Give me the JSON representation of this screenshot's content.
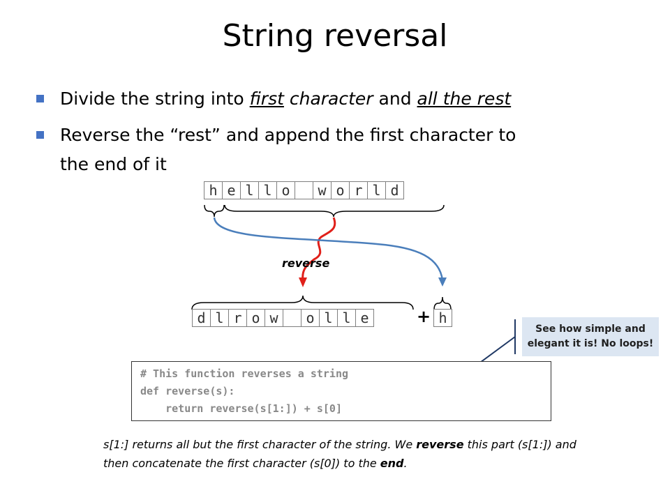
{
  "title": "String reversal",
  "bullets": [
    {
      "parts": [
        {
          "text": "Divide the string into ",
          "style": ""
        },
        {
          "text": "first",
          "style": "u i"
        },
        {
          "text": " character",
          "style": "i"
        },
        {
          "text": " and ",
          "style": ""
        },
        {
          "text": "all the rest",
          "style": "u i"
        }
      ]
    },
    {
      "line1": "Reverse the “rest” and append the first character to",
      "line2": "the end of it"
    }
  ],
  "top_string": [
    "h",
    "e",
    "l",
    "l",
    "o",
    " ",
    "w",
    "o",
    "r",
    "l",
    "d"
  ],
  "bottom_string": [
    "d",
    "l",
    "r",
    "o",
    "w",
    " ",
    "o",
    "l",
    "l",
    "e"
  ],
  "plus": "+",
  "result_char": "h",
  "reverse_label": "reverse",
  "callout": {
    "line1": "See how simple and",
    "line2": "elegant it is! No loops!"
  },
  "code": [
    "# This function reverses a string",
    "def reverse(s):",
    "    return reverse(s[1:]) + s[0]"
  ],
  "explanation": {
    "p1": "s[1:] returns all but the first character of the string. We ",
    "p2": "reverse",
    "p3": " this part (s[1:]) and then concatenate the first character (s[0]) to the ",
    "p4": "end",
    "p5": "."
  },
  "colors": {
    "accent_blue": "#4472c4",
    "arrow_red": "#e0201a",
    "arrow_blue": "#4a7ebb",
    "callout_bg": "#dce6f2",
    "callout_line": "#1f3864"
  }
}
